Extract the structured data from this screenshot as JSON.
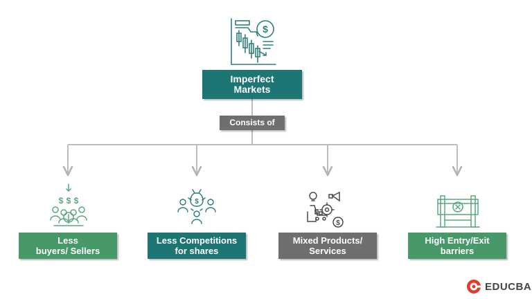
{
  "diagram": {
    "root": {
      "label": "Imperfect\nMarkets",
      "icon": "candlestick-chart-dollar-icon"
    },
    "connector_label": "Consists of",
    "children": [
      {
        "label": "Less\nbuyers/ Sellers",
        "icon": "buyers-sellers-dollar-icon"
      },
      {
        "label": "Less Competitions\nfor shares",
        "icon": "money-bag-people-icon"
      },
      {
        "label": "Mixed Products/\nServices",
        "icon": "mixed-products-icon"
      },
      {
        "label": "High Entry/Exit\nbarriers",
        "icon": "barrier-icon"
      }
    ]
  },
  "branding": {
    "name": "EDUCBA",
    "icon": "educba-logo-icon"
  },
  "colors": {
    "teal": "#1d7674",
    "green": "#47996a",
    "gray": "#6f6f6f",
    "icon": "#2f7f7b",
    "brand_red": "#e23b2d"
  }
}
